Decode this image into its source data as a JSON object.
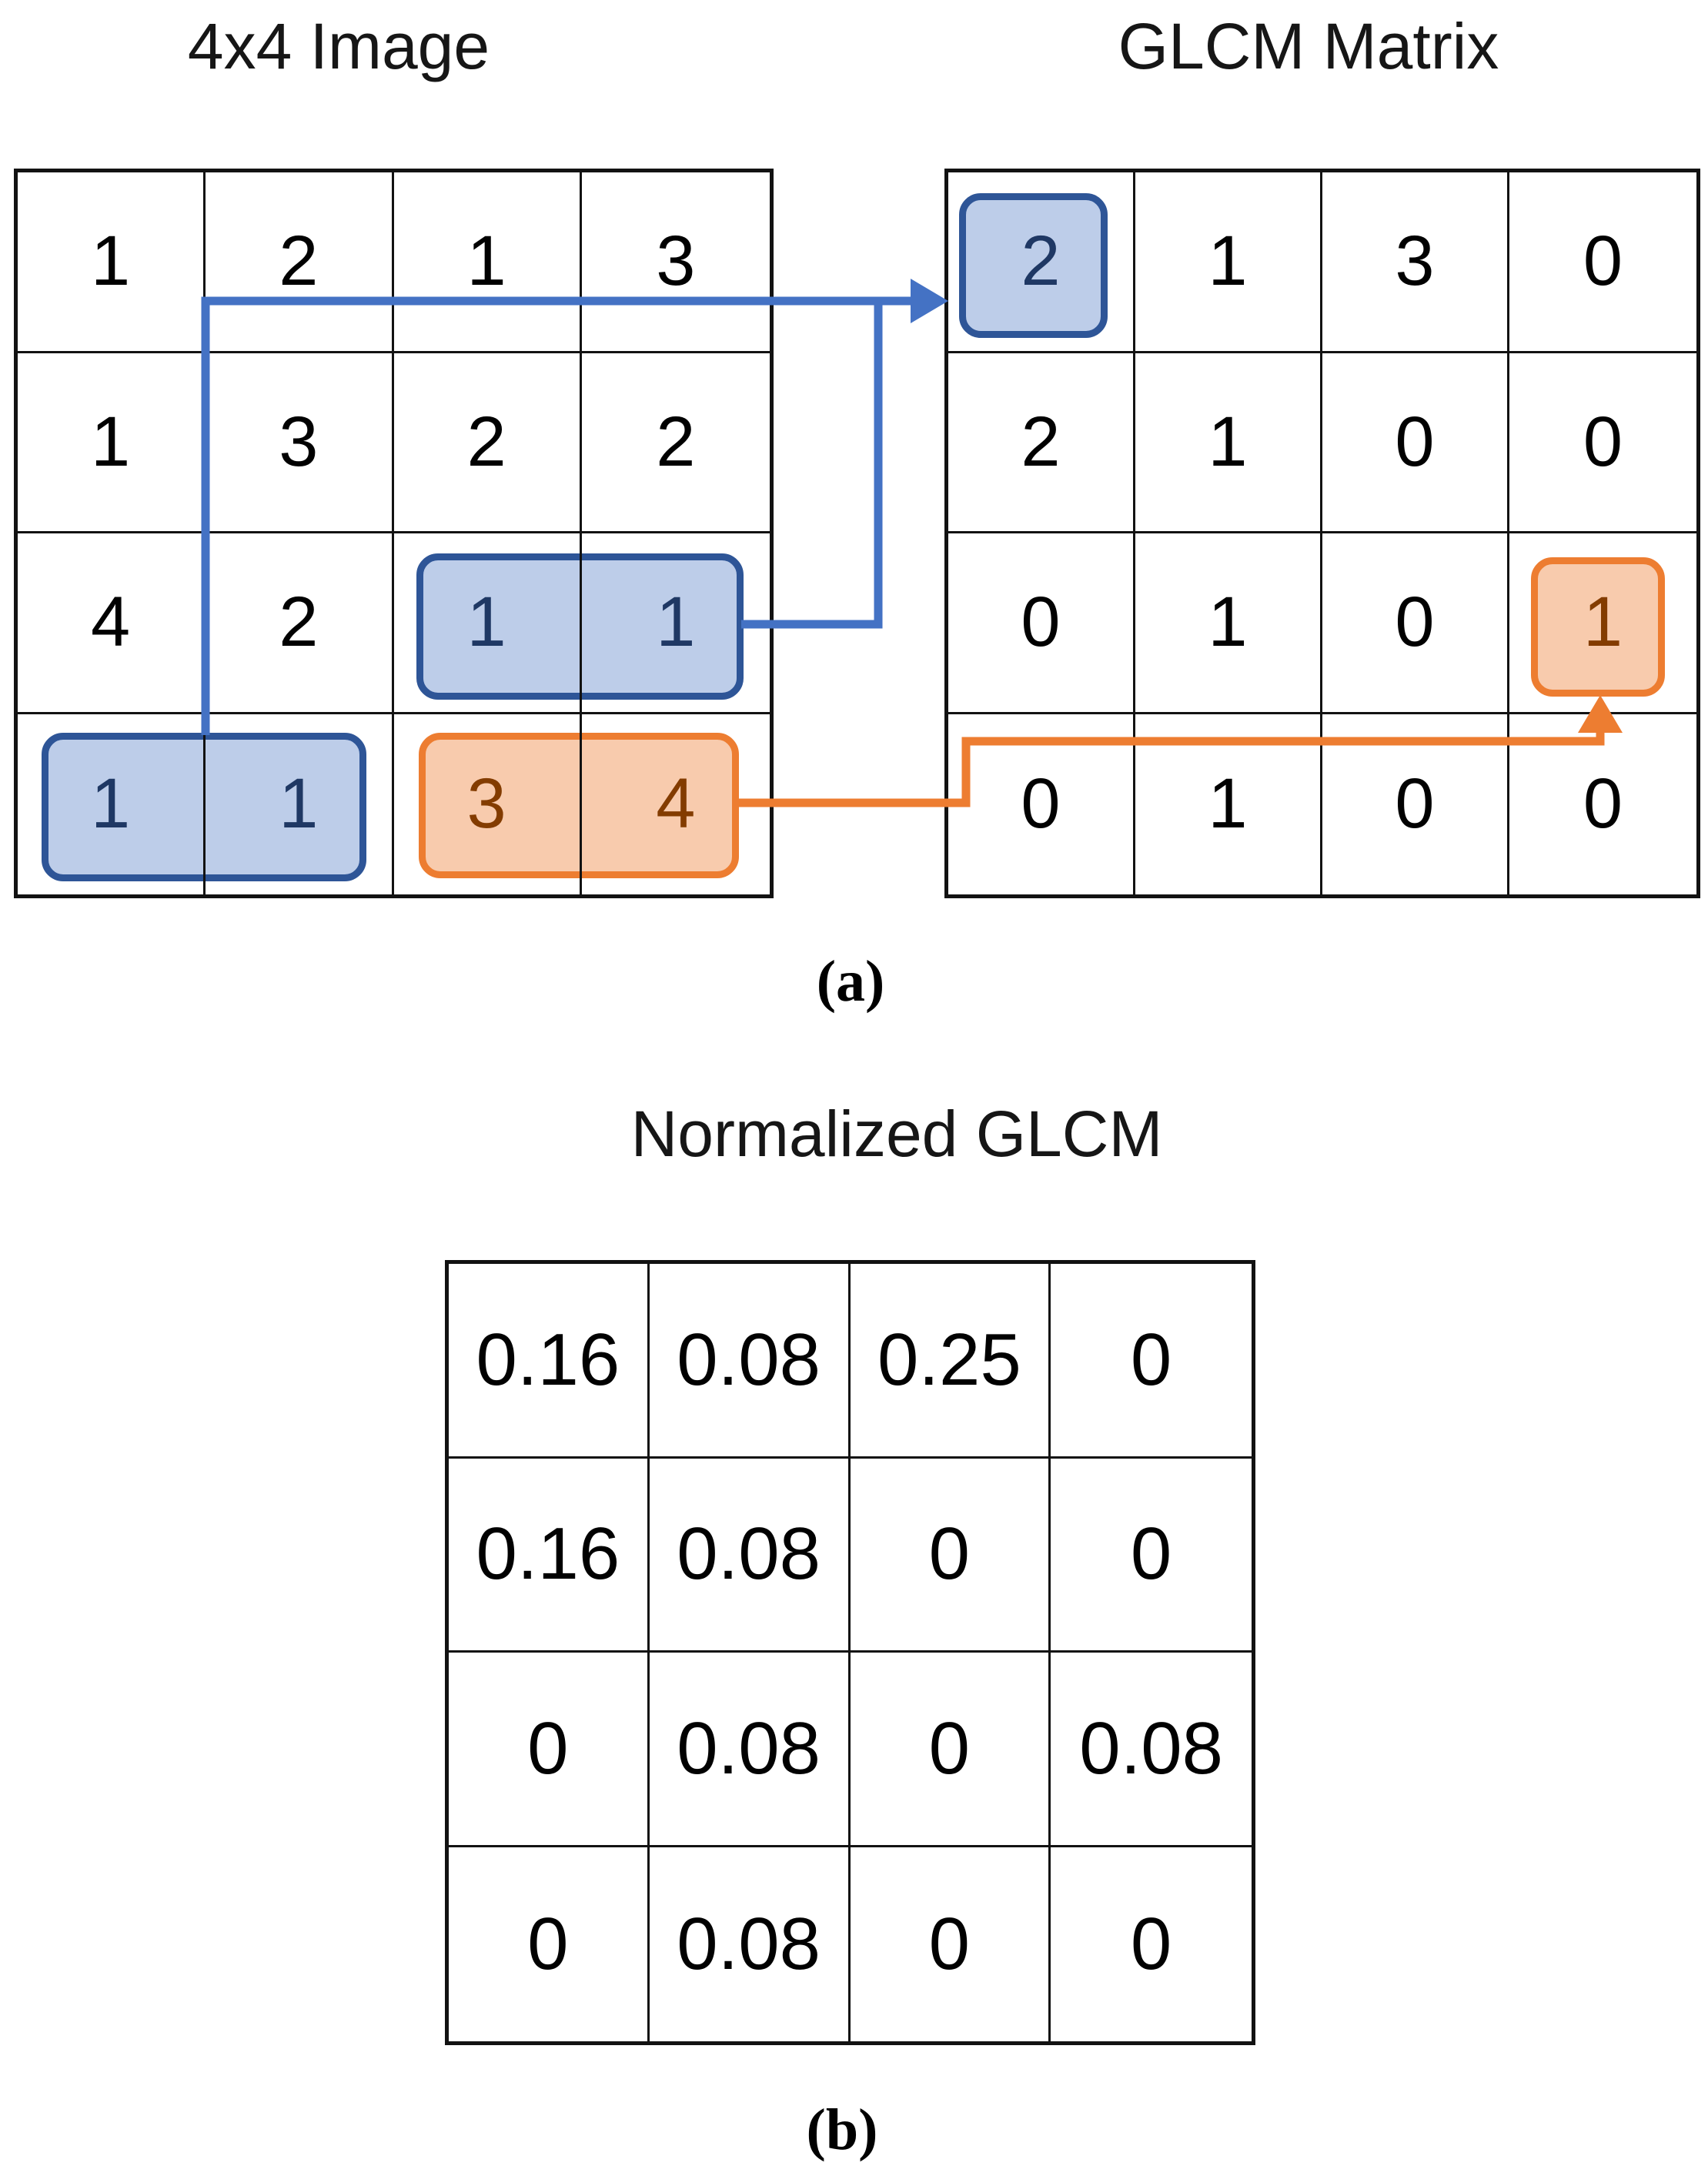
{
  "panel_a": {
    "image_title": "4x4 Image",
    "glcm_title": "GLCM Matrix",
    "label": "(a)",
    "image_matrix": {
      "values": [
        [
          "1",
          "2",
          "1",
          "3"
        ],
        [
          "1",
          "3",
          "2",
          "2"
        ],
        [
          "4",
          "2",
          "1",
          "1"
        ],
        [
          "1",
          "1",
          "3",
          "4"
        ]
      ],
      "text_styles": [
        [
          "",
          "",
          "",
          ""
        ],
        [
          "",
          "",
          "",
          ""
        ],
        [
          "",
          "",
          "blue",
          "blue"
        ],
        [
          "blue",
          "blue",
          "orange",
          "orange"
        ]
      ]
    },
    "glcm_matrix": {
      "values": [
        [
          "2",
          "1",
          "3",
          "0"
        ],
        [
          "2",
          "1",
          "0",
          "0"
        ],
        [
          "0",
          "1",
          "0",
          "1"
        ],
        [
          "0",
          "1",
          "0",
          "0"
        ]
      ],
      "text_styles": [
        [
          "blue",
          "",
          "",
          ""
        ],
        [
          "",
          "",
          "",
          ""
        ],
        [
          "",
          "",
          "",
          "orange"
        ],
        [
          "",
          "",
          "",
          ""
        ]
      ]
    },
    "highlights": [
      {
        "matrix": "image",
        "row": 3,
        "cols": "3-4",
        "color": "blue"
      },
      {
        "matrix": "image",
        "row": 4,
        "cols": "1-2",
        "color": "blue"
      },
      {
        "matrix": "image",
        "row": 4,
        "cols": "3-4",
        "color": "orange"
      },
      {
        "matrix": "glcm",
        "row": 1,
        "cols": "1",
        "color": "blue"
      },
      {
        "matrix": "glcm",
        "row": 3,
        "cols": "4",
        "color": "orange"
      }
    ],
    "arrow_colors": {
      "pair_count_arrow": "blue",
      "single_count_arrow": "orange"
    }
  },
  "panel_b": {
    "title": "Normalized GLCM",
    "label": "(b)",
    "matrix": {
      "values": [
        [
          "0.16",
          "0.08",
          "0.25",
          "0"
        ],
        [
          "0.16",
          "0.08",
          "0",
          "0"
        ],
        [
          "0",
          "0.08",
          "0",
          "0.08"
        ],
        [
          "0",
          "0.08",
          "0",
          "0"
        ]
      ]
    }
  },
  "colors": {
    "accent_blue": "#4472C4",
    "dark_blue": "#2E5597",
    "light_blue_fill": "#BDCDE9",
    "navy_text": "#1F3864",
    "accent_orange": "#ED7D31",
    "light_orange_fill": "#F8CBAD",
    "brown_text": "#833C00",
    "grid_line": "#121212"
  }
}
